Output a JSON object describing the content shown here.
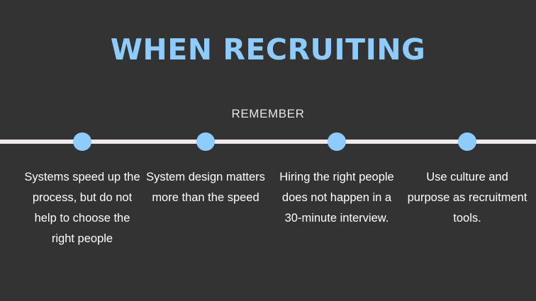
{
  "title": "WHEN RECRUITING",
  "subtitle": "REMEMBER",
  "colors": {
    "background": "#333333",
    "accent": "#8ecbff",
    "line": "#f0eaea",
    "text": "#ffffff"
  },
  "steps": [
    {
      "text": "Systems speed up the process, but do not help to choose the right people"
    },
    {
      "text": "System design matters more than the speed"
    },
    {
      "text": "Hiring the right people does not happen in a 30-minute interview."
    },
    {
      "text": "Use culture and purpose as recruitment tools."
    }
  ]
}
